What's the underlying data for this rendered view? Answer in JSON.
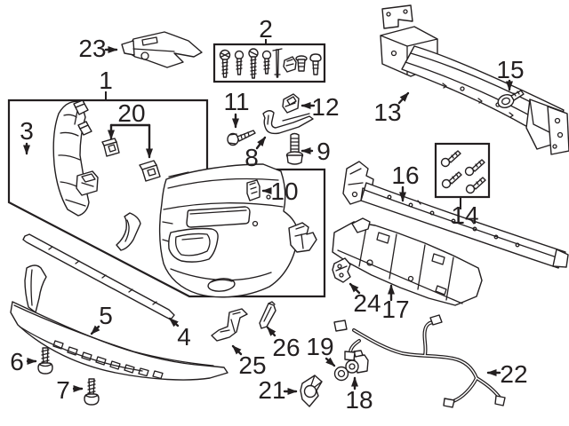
{
  "diagram": {
    "figure_type": "exploded-parts-diagram",
    "background_color": "#ffffff",
    "line_color": "#231f20",
    "callouts": {
      "p1": "1",
      "p2": "2",
      "p3": "3",
      "p4": "4",
      "p5": "5",
      "p6": "6",
      "p7": "7",
      "p8": "8",
      "p9": "9",
      "p10": "10",
      "p11": "11",
      "p12": "12",
      "p13": "13",
      "p14": "14",
      "p15": "15",
      "p16": "16",
      "p17": "17",
      "p18": "18",
      "p19": "19",
      "p20": "20",
      "p21": "21",
      "p22": "22",
      "p23": "23",
      "p24": "24",
      "p25": "25",
      "p26": "26"
    }
  }
}
